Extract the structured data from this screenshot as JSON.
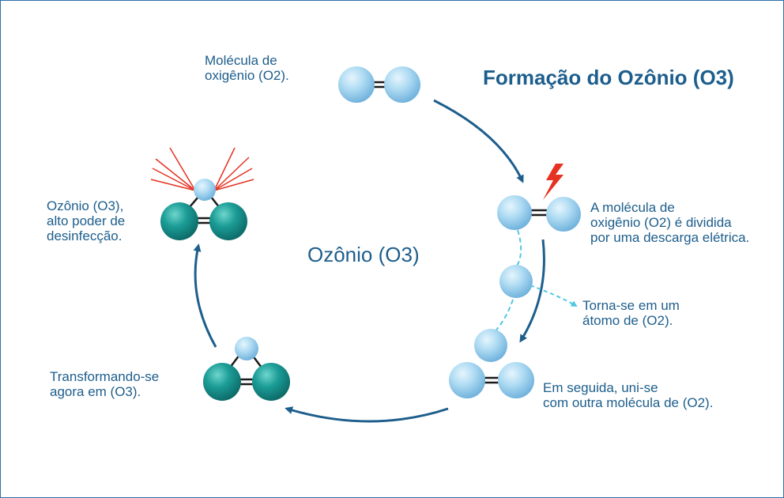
{
  "diagram": {
    "title": "Formação do Ozônio (O3)",
    "center_label": "Ozônio (O3)",
    "steps": [
      {
        "text": "Molécula de\noxigênio (O2)."
      },
      {
        "text": "A molécula de\noxigênio (O2) é dividida\npor uma  descarga elétrica."
      },
      {
        "text": "Torna-se em um\nátomo de (O2)."
      },
      {
        "text": "Em seguida, uni-se\ncom outra molécula de (O2)."
      },
      {
        "text": "Transformando-se\nagora em (O3)."
      },
      {
        "text": "Ozônio (O3),\nalto poder de\ndesinfecção."
      }
    ]
  },
  "colors": {
    "text": "#1d5e8c",
    "arrow": "#1d5e8c",
    "oxygen_atom": "#a8d8f2",
    "ozone_atom": "#1a9c96",
    "bond": "#1a1a1a",
    "lightning": "#e53222",
    "rays": "#e53222",
    "dashed_link": "#4fc7e2",
    "border": "#2f6fa8"
  },
  "icons": [
    "lightning-bolt-icon",
    "burst-rays-icon"
  ]
}
